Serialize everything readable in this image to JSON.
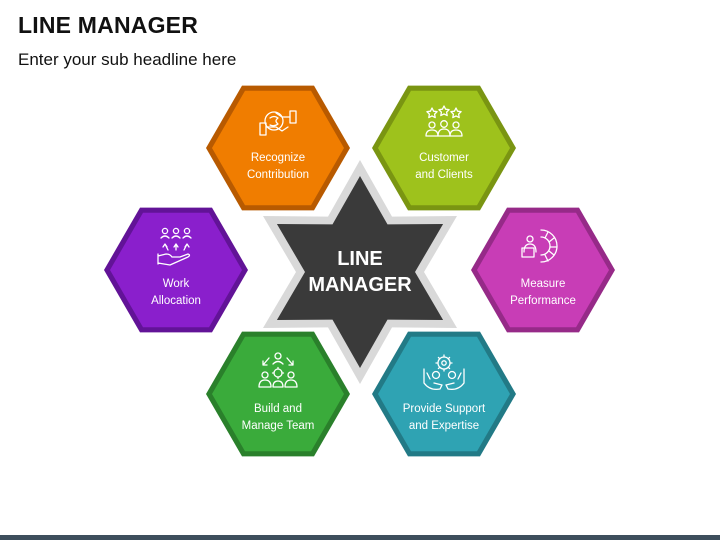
{
  "header": {
    "title": "LINE MANAGER",
    "subtitle": "Enter your sub headline here"
  },
  "center": {
    "line1": "LINE",
    "line2": "MANAGER",
    "fill_color": "#3a3a3a",
    "border_color": "#d9d9d9"
  },
  "hexagons": [
    {
      "id": "recognize",
      "line1": "Recognize",
      "line2": "Contribution",
      "color": "#f07d00",
      "border": "#b85a00",
      "icon": "handshake-icon"
    },
    {
      "id": "customer",
      "line1": "Customer",
      "line2": "and Clients",
      "color": "#9ec21c",
      "border": "#7a9512",
      "icon": "customer-rating-icon"
    },
    {
      "id": "work",
      "line1": "Work",
      "line2": "Allocation",
      "color": "#8a1fcc",
      "border": "#621397",
      "icon": "work-allocation-icon"
    },
    {
      "id": "measure",
      "line1": "Measure",
      "line2": "Performance",
      "color": "#c83db6",
      "border": "#962a88",
      "icon": "performance-gauge-icon"
    },
    {
      "id": "build",
      "line1": "Build and",
      "line2": "Manage Team",
      "color": "#3aab3b",
      "border": "#2a802b",
      "icon": "team-building-icon"
    },
    {
      "id": "provide",
      "line1": "Provide Support",
      "line2": "and Expertise",
      "color": "#2fa3b3",
      "border": "#227a86",
      "icon": "support-gears-icon"
    }
  ]
}
